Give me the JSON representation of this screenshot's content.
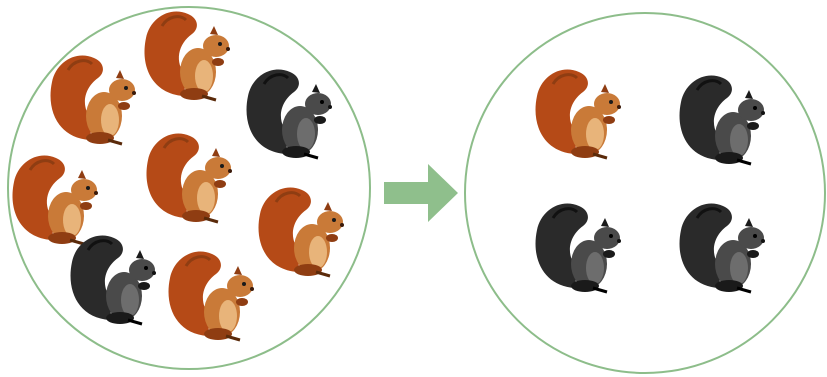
{
  "colors": {
    "circle_stroke": "#8dbd8a",
    "arrow_fill": "#8fbf8c",
    "red_body": "#c97a38",
    "red_dark": "#8f3d12",
    "red_tail": "#b54a17",
    "red_belly": "#e8b47a",
    "gray_body": "#4a4a4a",
    "gray_dark": "#1a1a1a",
    "gray_tail": "#2a2a2a",
    "gray_belly": "#6d6d6d"
  },
  "before_population": {
    "squirrels": [
      {
        "color": "red"
      },
      {
        "color": "red"
      },
      {
        "color": "gray"
      },
      {
        "color": "red"
      },
      {
        "color": "red"
      },
      {
        "color": "red"
      },
      {
        "color": "gray"
      },
      {
        "color": "red"
      }
    ]
  },
  "arrow": {
    "icon": "right-arrow-icon"
  },
  "after_population": {
    "squirrels": [
      {
        "color": "red"
      },
      {
        "color": "gray"
      },
      {
        "color": "gray"
      },
      {
        "color": "gray"
      }
    ]
  }
}
